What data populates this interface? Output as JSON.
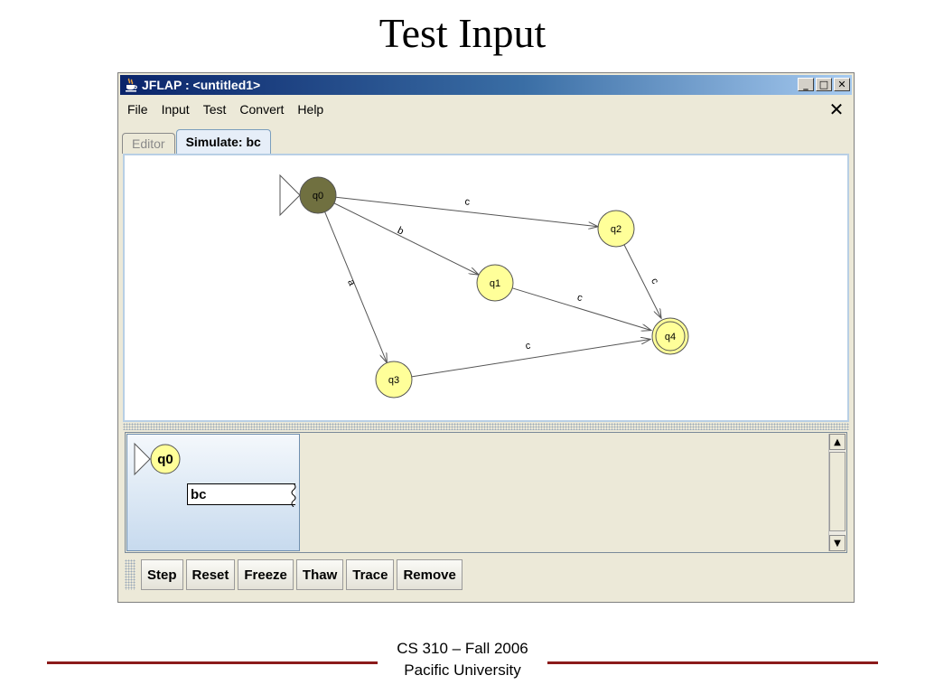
{
  "slide": {
    "title": "Test Input"
  },
  "window": {
    "title": "JFLAP : <untitled1>",
    "controls": {
      "minimize": "_",
      "maximize": "□",
      "close": "✕"
    },
    "menu": [
      "File",
      "Input",
      "Test",
      "Convert",
      "Help"
    ],
    "menu_close": "✕",
    "tabs": [
      {
        "label": "Editor",
        "active": false
      },
      {
        "label": "Simulate: bc",
        "active": true
      }
    ]
  },
  "automaton": {
    "states": [
      {
        "id": "q0",
        "initial": true,
        "final": false,
        "current": true
      },
      {
        "id": "q1",
        "initial": false,
        "final": false,
        "current": false
      },
      {
        "id": "q2",
        "initial": false,
        "final": false,
        "current": false
      },
      {
        "id": "q3",
        "initial": false,
        "final": false,
        "current": false
      },
      {
        "id": "q4",
        "initial": false,
        "final": true,
        "current": false
      }
    ],
    "transitions": [
      {
        "from": "q0",
        "to": "q2",
        "label": "c"
      },
      {
        "from": "q0",
        "to": "q1",
        "label": "b"
      },
      {
        "from": "q0",
        "to": "q3",
        "label": "a"
      },
      {
        "from": "q2",
        "to": "q4",
        "label": "c"
      },
      {
        "from": "q1",
        "to": "q4",
        "label": "c"
      },
      {
        "from": "q3",
        "to": "q4",
        "label": "c"
      }
    ],
    "colors": {
      "state_fill": "#ffff99",
      "current_fill": "#707040",
      "edge": "#555555"
    }
  },
  "simulation": {
    "configuration": {
      "state": "q0",
      "remaining_input": "bc"
    },
    "buttons": [
      "Step",
      "Reset",
      "Freeze",
      "Thaw",
      "Trace",
      "Remove"
    ]
  },
  "footer": {
    "course": "CS 310 – Fall 2006",
    "institution": "Pacific University",
    "accent": "#8b1a1a"
  }
}
